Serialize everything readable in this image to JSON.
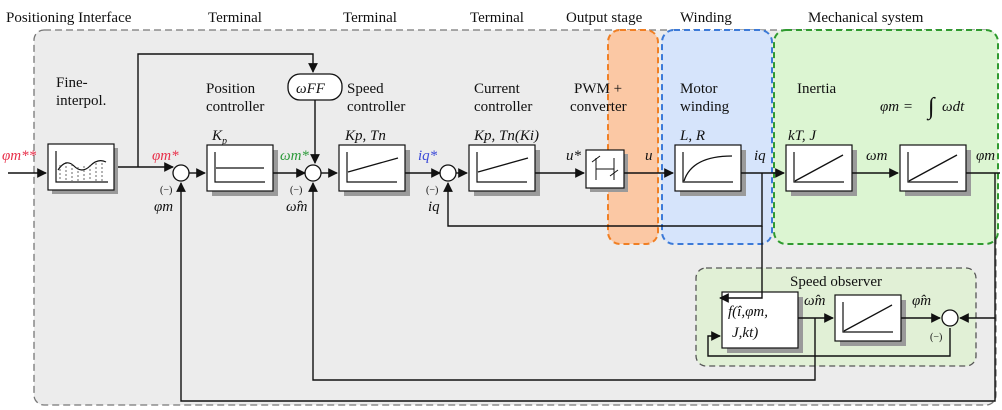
{
  "colors": {
    "interface_bg": "#ececec",
    "output_stage_bg": "#fbc8a4",
    "output_stage_border": "#f07f24",
    "winding_bg": "#d6e4fb",
    "winding_border": "#3c7ad8",
    "mechanical_bg": "#dcf5d2",
    "mechanical_border": "#2f9a2f",
    "observer_bg": "#e1f0d6",
    "setpoint_red": "#e8304a",
    "speed_green": "#2c9a3a",
    "current_blue": "#3b49d8"
  },
  "headers": {
    "positioning_interface": "Positioning Interface",
    "terminal_1": "Terminal",
    "terminal_2": "Terminal",
    "terminal_3": "Terminal",
    "output_stage": "Output stage",
    "winding": "Winding",
    "mechanical_system": "Mechanical system"
  },
  "blocks": {
    "fine_interpol": {
      "line1": "Fine-",
      "line2": "interpol."
    },
    "position_controller": {
      "line1": "Position",
      "line2": "controller",
      "param": "K",
      "param_sub": "p"
    },
    "feedforward": {
      "label": "ωFF"
    },
    "speed_controller": {
      "line1": "Speed",
      "line2": "controller",
      "param": "Kp, Tn"
    },
    "current_controller": {
      "line1": "Current",
      "line2": "controller",
      "param": "Kp, Tn(Ki)"
    },
    "pwm": {
      "line1": "PWM +",
      "line2": "converter"
    },
    "motor_winding": {
      "line1": "Motor",
      "line2": "winding",
      "param": "L, R"
    },
    "inertia": {
      "line1": "Inertia",
      "param": "kT, J"
    },
    "integrator": {
      "formula_lhs": "φm =",
      "formula_int": "∫",
      "formula_rhs": "ωdt"
    },
    "observer": {
      "title": "Speed observer",
      "func_line1": "f(î,φm,",
      "func_line2": "J,kt)"
    }
  },
  "signals": {
    "phi_m_setpoint_2": "φm**",
    "phi_m_setpoint": "φm*",
    "phi_m": "φm",
    "omega_m_setpoint": "ωm*",
    "omega_m_hat": "ω̂m",
    "i_q_setpoint": "iq*",
    "i_q": "iq",
    "u_setpoint": "u*",
    "u": "u",
    "omega_m": "ωm",
    "phi_m_out": "φm",
    "omega_m_hat_obs": "ω̂m",
    "phi_m_hat_obs": "φ̂m",
    "minus": "(−)"
  }
}
